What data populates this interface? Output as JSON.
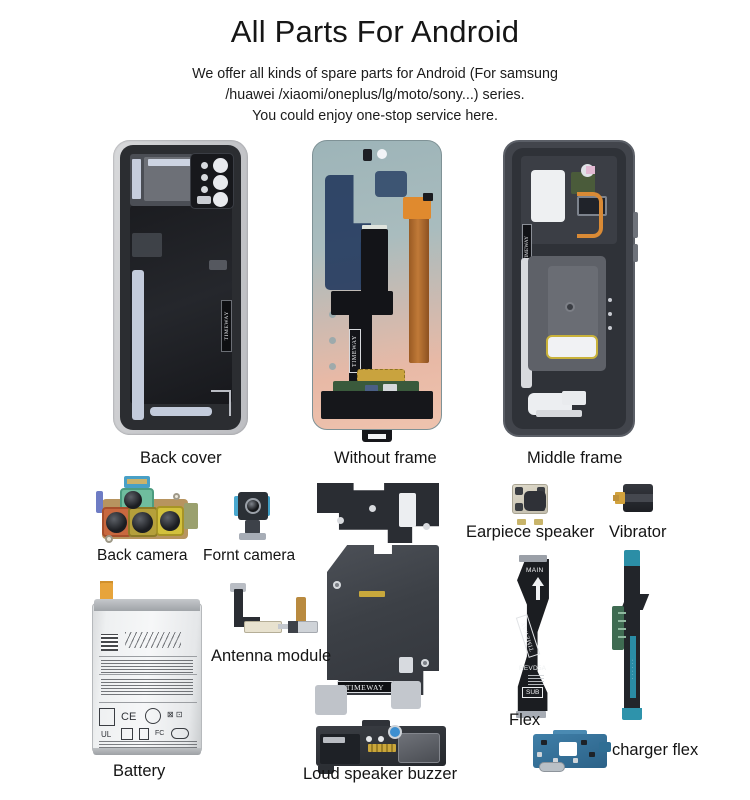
{
  "header": {
    "title": "All Parts For Android",
    "description_lines": [
      "We offer all kinds of spare parts for Android (For samsung",
      "/huawei /xiaomi/oneplus/lg/moto/sony...) series.",
      "You could enjoy one-stop service here."
    ]
  },
  "parts": [
    {
      "id": "back-cover",
      "label": "Back cover"
    },
    {
      "id": "without-frame",
      "label": "Without frame"
    },
    {
      "id": "middle-frame",
      "label": "Middle frame"
    },
    {
      "id": "back-camera",
      "label": "Back camera"
    },
    {
      "id": "front-camera",
      "label": "Fornt camera"
    },
    {
      "id": "earpiece-speaker",
      "label": "Earpiece speaker"
    },
    {
      "id": "vibrator",
      "label": "Vibrator"
    },
    {
      "id": "antenna-module",
      "label": "Antenna module"
    },
    {
      "id": "battery",
      "label": "Battery"
    },
    {
      "id": "loud-speaker",
      "label": "Loud speaker buzzer"
    },
    {
      "id": "flex",
      "label": "Flex"
    },
    {
      "id": "charger-flex",
      "label": "charger flex"
    }
  ],
  "markings": {
    "watermark": "TIMEWAY",
    "flex_main": "MAIN",
    "flex_rev": "REVD5A",
    "flex_sub": "SUB"
  },
  "battery_label": {
    "cert_marks": [
      "CE",
      "UL",
      "FC"
    ]
  },
  "colors": {
    "background": "#ffffff",
    "text": "#141414",
    "back_cover_frame": "#c9cacd",
    "back_cover_body": "#202226",
    "without_frame_panel": "#a9bcbe",
    "without_frame_warm": "#eabfac",
    "middle_frame": "#42454c",
    "flex_amber": "#c07a38",
    "charger_blue": "#3f7fa8",
    "teal": "#2b8ea6"
  }
}
